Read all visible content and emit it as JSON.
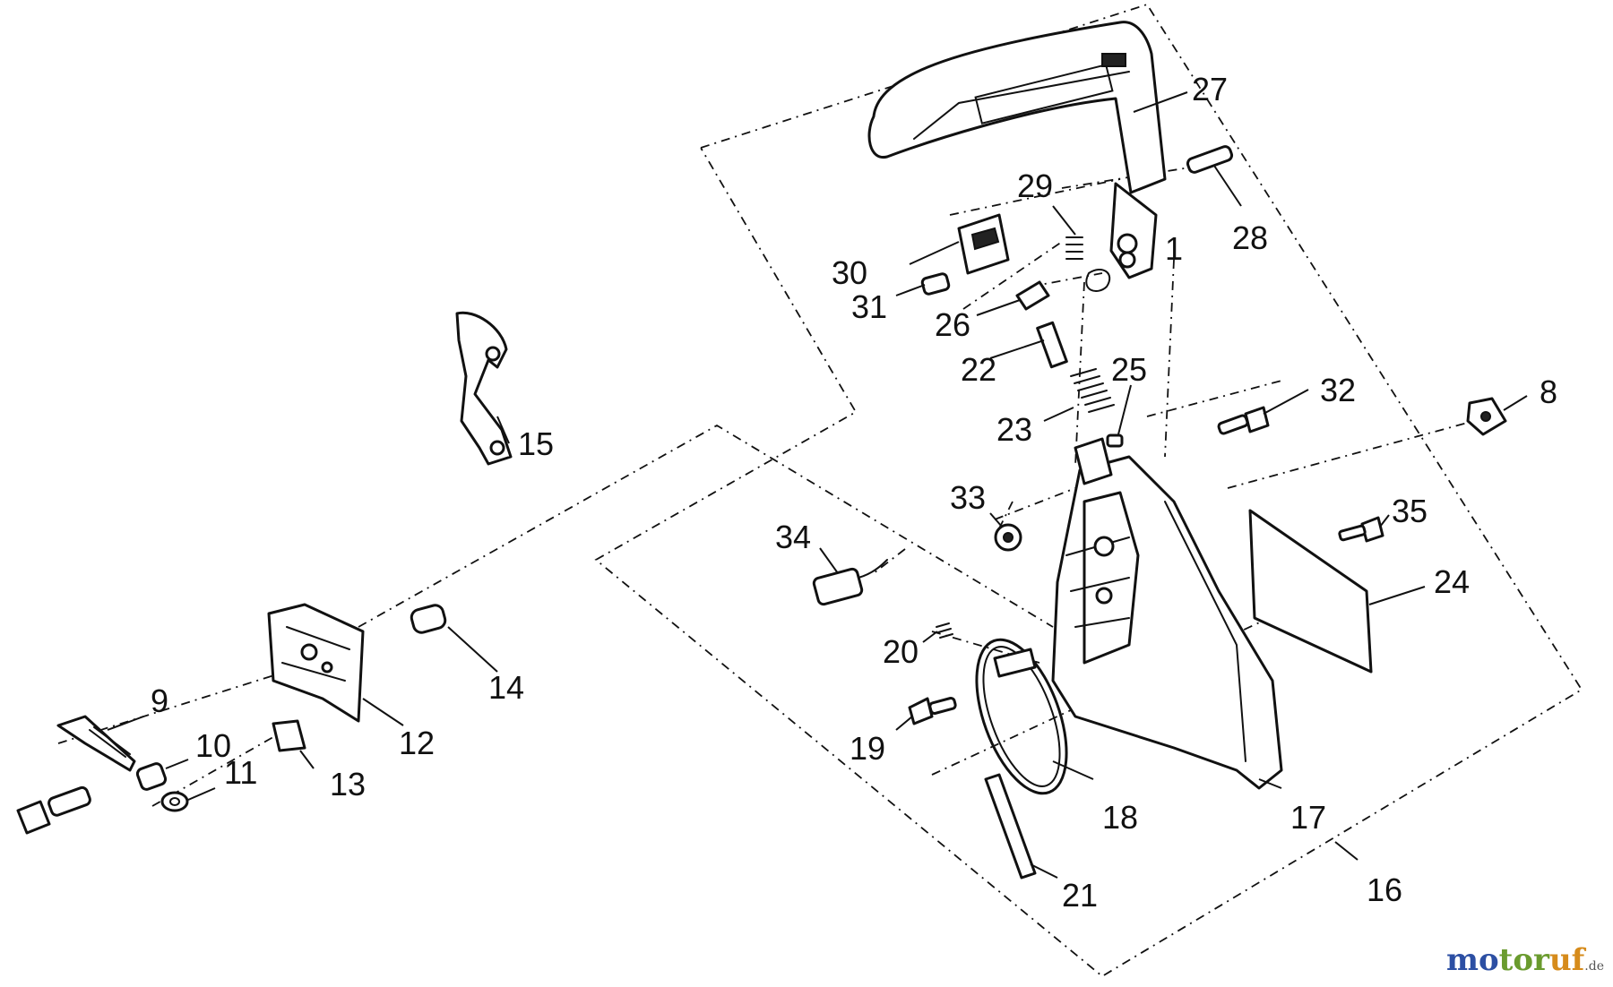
{
  "callouts": {
    "c1": "1",
    "c8": "8",
    "c9": "9",
    "c10": "10",
    "c11": "11",
    "c12": "12",
    "c13": "13",
    "c14": "14",
    "c15": "15",
    "c16": "16",
    "c17": "17",
    "c18": "18",
    "c19": "19",
    "c20": "20",
    "c21": "21",
    "c22": "22",
    "c23": "23",
    "c24": "24",
    "c25": "25",
    "c26": "26",
    "c27": "27",
    "c28": "28",
    "c29": "29",
    "c30": "30",
    "c31": "31",
    "c32": "32",
    "c33": "33",
    "c34": "34",
    "c35": "35"
  },
  "watermark": {
    "part1": "mo",
    "part2": "tor",
    "part3": "uf",
    "suffix": ".de"
  }
}
